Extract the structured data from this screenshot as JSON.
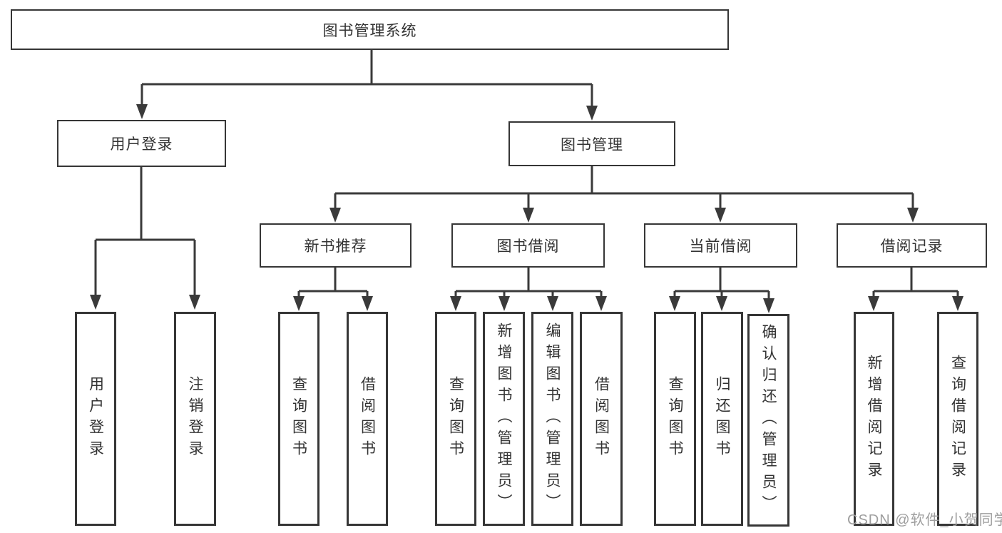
{
  "root": {
    "label": "图书管理系统",
    "children": [
      {
        "label": "用户登录",
        "children": [
          {
            "label": "用户登录"
          },
          {
            "label": "注销登录"
          }
        ]
      },
      {
        "label": "图书管理",
        "children": [
          {
            "label": "新书推荐",
            "children": [
              {
                "label": "查询图书"
              },
              {
                "label": "借阅图书"
              }
            ]
          },
          {
            "label": "图书借阅",
            "children": [
              {
                "label": "查询图书"
              },
              {
                "label": "新增图书（管理员）"
              },
              {
                "label": "编辑图书（管理员）"
              },
              {
                "label": "借阅图书"
              }
            ]
          },
          {
            "label": "当前借阅",
            "children": [
              {
                "label": "查询图书"
              },
              {
                "label": "归还图书"
              },
              {
                "label": "确认归还（管理员）"
              }
            ]
          },
          {
            "label": "借阅记录",
            "children": [
              {
                "label": "新增借阅记录"
              },
              {
                "label": "查询借阅记录"
              }
            ]
          }
        ]
      }
    ]
  },
  "watermark": "CSDN @软件_小贺同学",
  "line_color": "#3a3a3a"
}
